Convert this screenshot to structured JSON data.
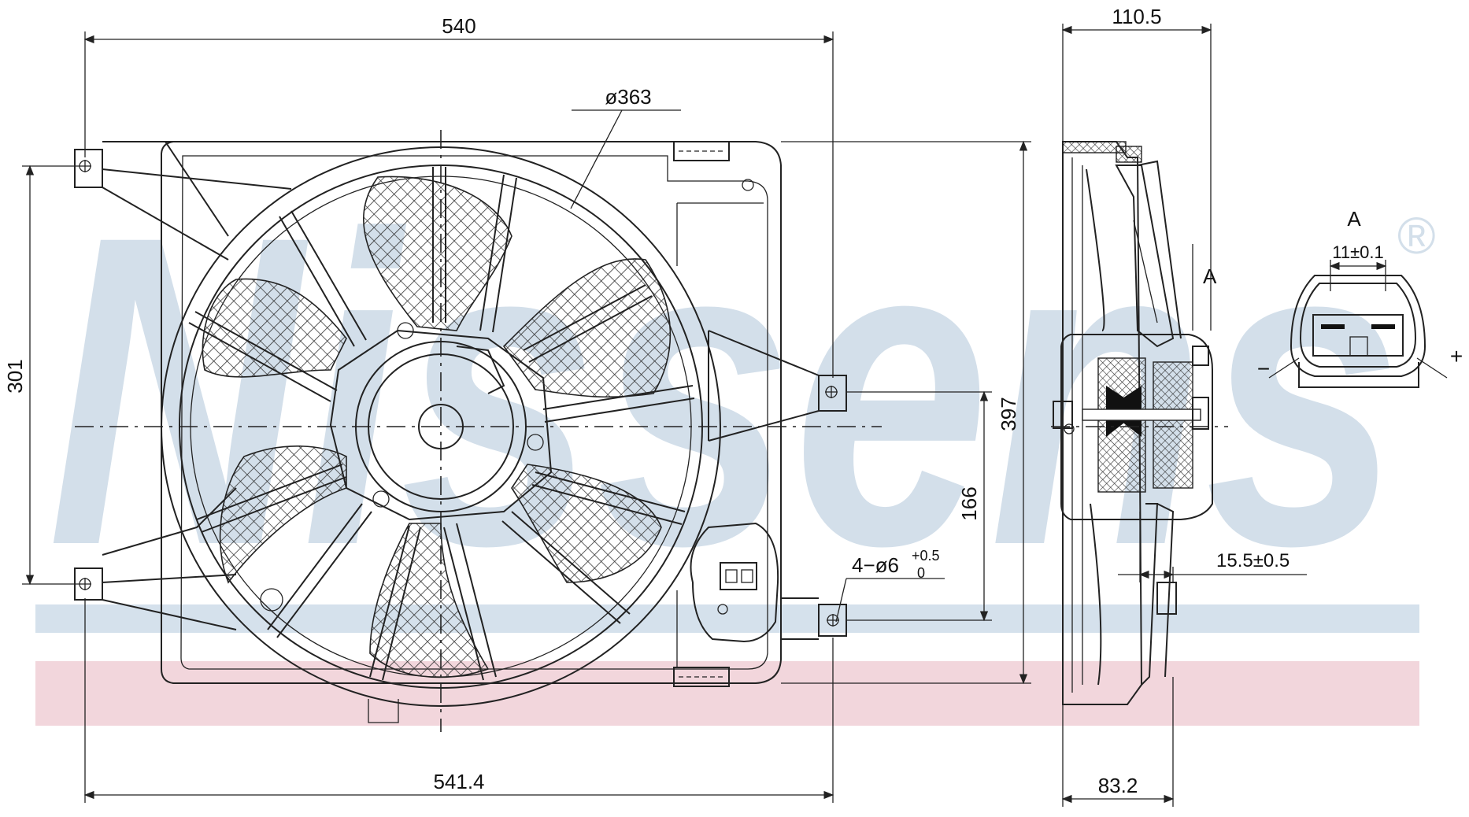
{
  "watermark": {
    "brand": "Nissens",
    "registered_mark": "®",
    "band_colors": [
      "#d5e1ec",
      "#f2d6dc"
    ]
  },
  "dimensions": {
    "overall_width_top": "540",
    "overall_width_bottom": "541.4",
    "fan_diameter": "ø363",
    "left_mount_spacing": "301",
    "overall_height": "397",
    "right_mount_offset": "166",
    "mount_holes": "4−ø6",
    "mount_holes_tol_upper": "+0.5",
    "mount_holes_tol_lower": "0",
    "depth_top": "110.5",
    "depth_bottom": "83.2",
    "hub_offset": "15.5±0.5"
  },
  "connector": {
    "view_label": "A",
    "section_marker": "A",
    "pin_pitch": "11±0.1",
    "negative": "−",
    "positive": "+"
  },
  "colors": {
    "line": "#222222",
    "blue_band": "#d5e1ec",
    "pink_band": "#f2d6dc",
    "watermark_text": "#d3dfea"
  }
}
